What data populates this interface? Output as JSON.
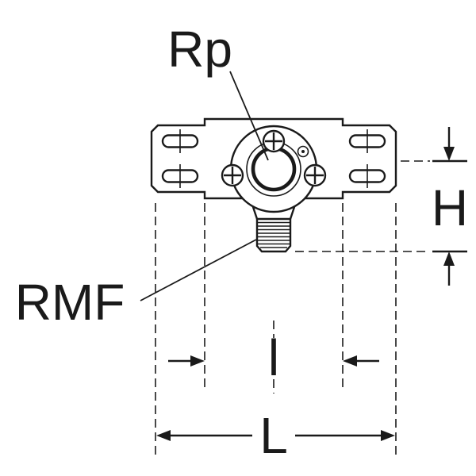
{
  "diagram": {
    "labels": {
      "rp": "Rp",
      "rmf": "RMF",
      "height": "H",
      "width_inner": "l",
      "width_overall": "L"
    },
    "colors": {
      "line": "#1a1a1a",
      "background": "#ffffff"
    }
  }
}
